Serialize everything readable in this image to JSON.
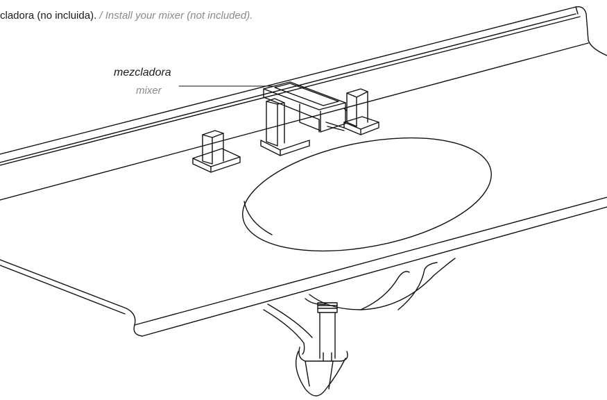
{
  "caption": {
    "es": "cladora (no incluida).",
    "separator": " / ",
    "en": "Install your mixer (not included)."
  },
  "callout": {
    "label_es": "mezcladora",
    "label_en": "mixer"
  }
}
